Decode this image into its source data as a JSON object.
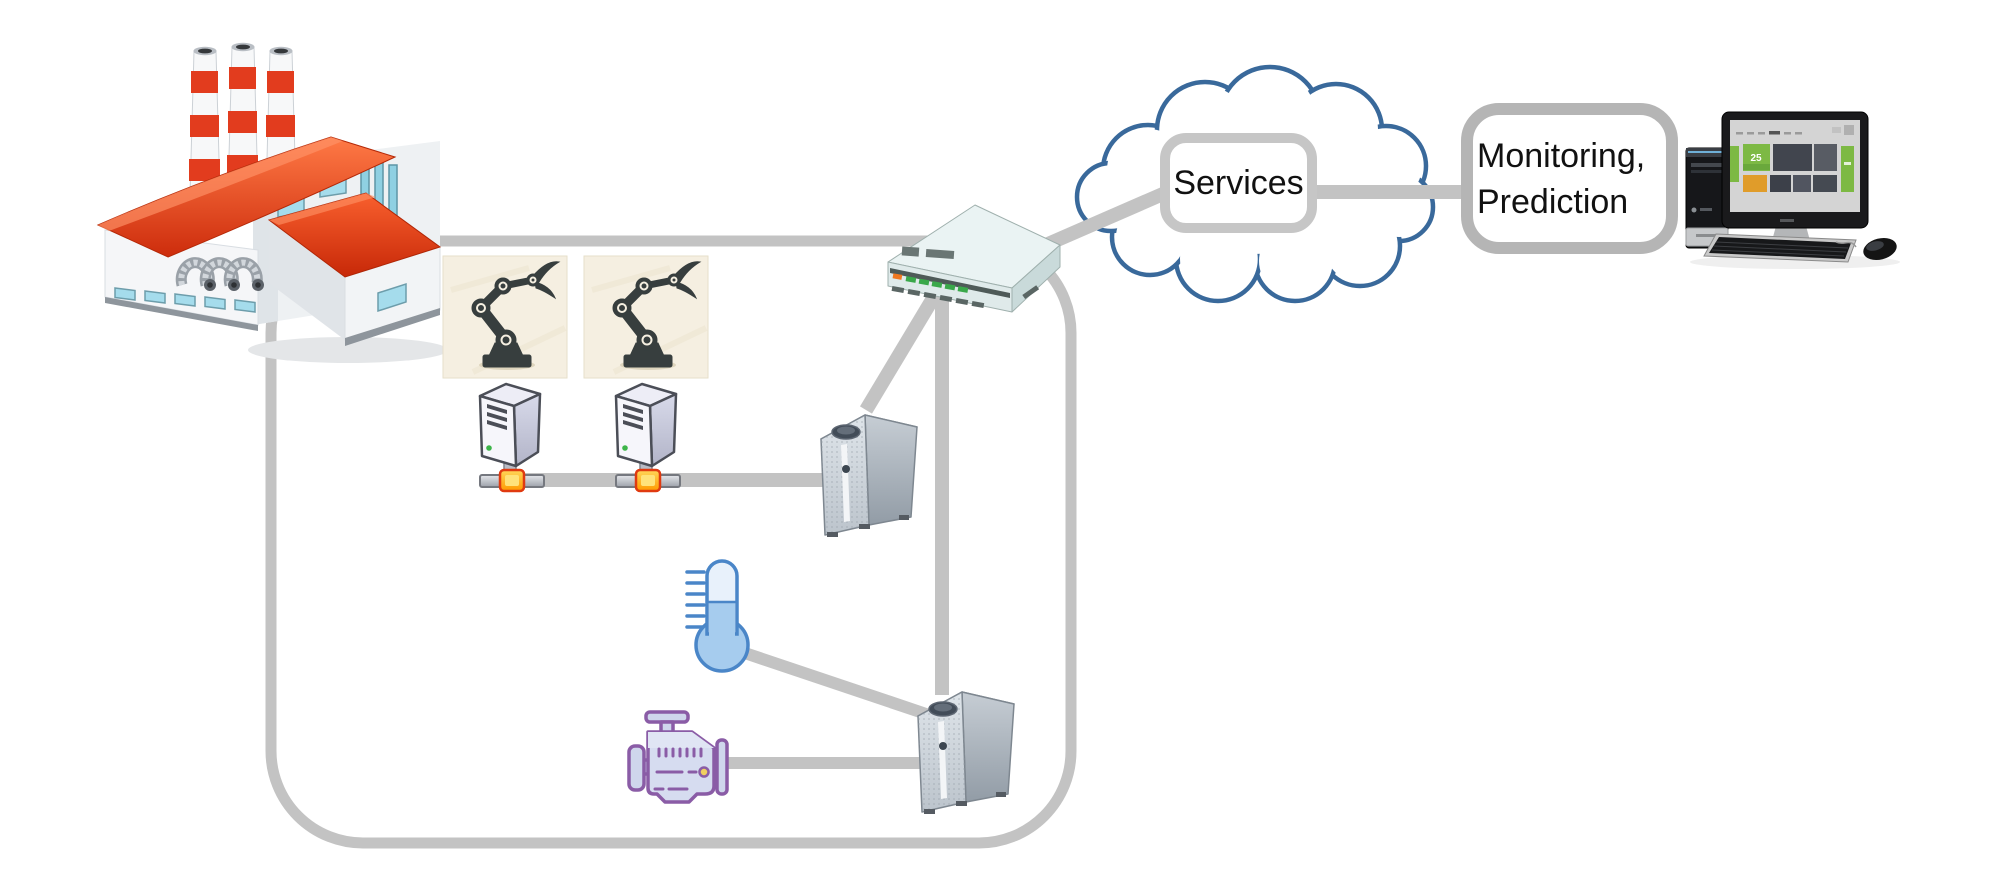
{
  "labels": {
    "cloud_services": "Services",
    "monitoring_line1": "Monitoring,",
    "monitoring_line2": "Prediction"
  },
  "workstation": {
    "screen_tile_count": "25"
  },
  "colors": {
    "connector_gray": "#c3c3c3",
    "cloud_outline_blue": "#39699b",
    "label_box_border": "#c6c6c6",
    "label_box_border2": "#b5b5b5",
    "label_text": "#111111",
    "factory_red": "#e23c1e",
    "robot_dark": "#373e3e",
    "robot_panel_beige": "#f5efe1",
    "thermometer_blue": "#4a86c8",
    "engine_purple": "#8a5ca6",
    "network_tap_orange": "#ffb000",
    "led_green": "#3aa84a",
    "led_orange": "#f07820"
  },
  "nodes": [
    {
      "name": "factory",
      "icon": "factory-icon"
    },
    {
      "name": "robot-cell-1",
      "icon": "robot-arm-icon"
    },
    {
      "name": "robot-cell-2",
      "icon": "robot-arm-icon"
    },
    {
      "name": "plc-server-1",
      "icon": "server-tower-network-icon"
    },
    {
      "name": "plc-server-2",
      "icon": "server-tower-network-icon"
    },
    {
      "name": "gateway-server-1",
      "icon": "server-case-icon"
    },
    {
      "name": "gateway-server-2",
      "icon": "server-case-icon"
    },
    {
      "name": "network-switch",
      "icon": "network-switch-icon"
    },
    {
      "name": "temperature-sensor",
      "icon": "thermometer-icon"
    },
    {
      "name": "engine",
      "icon": "engine-icon"
    },
    {
      "name": "services-cloud",
      "icon": "cloud-icon",
      "label": "Services"
    },
    {
      "name": "monitoring-prediction",
      "label": "Monitoring, Prediction"
    },
    {
      "name": "workstation",
      "icon": "desktop-computer-icon"
    }
  ]
}
